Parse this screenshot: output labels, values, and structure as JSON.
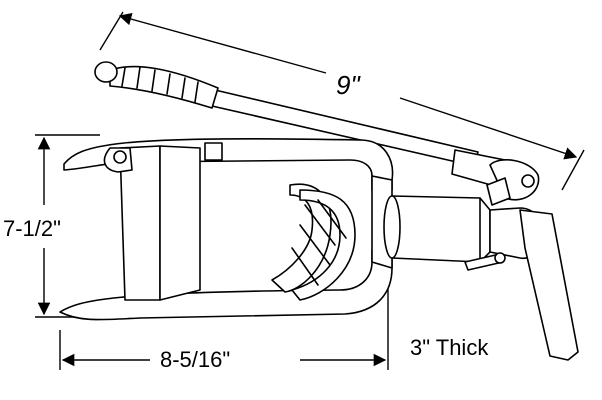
{
  "diagram": {
    "dimensions": {
      "handle_length": "9\"",
      "height": "7-1/2\"",
      "length": "8-5/16\"",
      "thickness": "3\" Thick"
    }
  },
  "colors": {
    "line": "#000000",
    "background": "#ffffff",
    "fill": "#ffffff"
  }
}
